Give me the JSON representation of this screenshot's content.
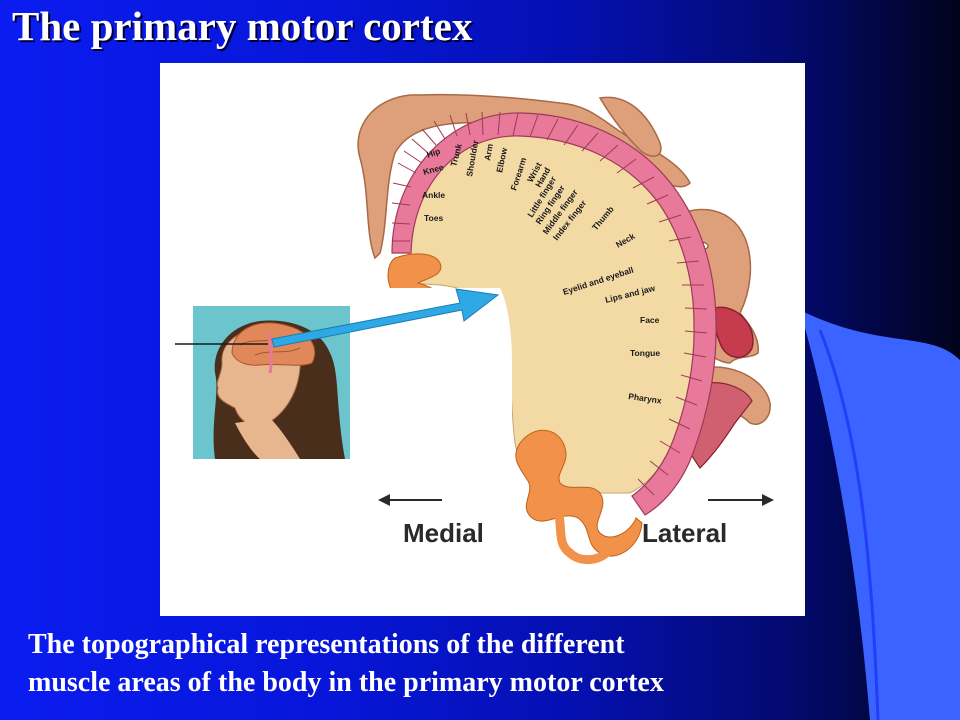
{
  "slide": {
    "title": "The primary motor cortex",
    "caption_line_1": "The topographical representations  of the different",
    "caption_line_2": "muscle areas of the body in the primary motor cortex"
  },
  "diagram": {
    "homunculus_labels": {
      "hip": "Hip",
      "trunk": "Trunk",
      "knee": "Knee",
      "shoulder": "Shoulder",
      "arm": "Arm",
      "elbow": "Elbow",
      "ankle": "Ankle",
      "forearm": "Forearm",
      "wrist": "Wrist",
      "hand": "Hand",
      "little_finger": "Little finger",
      "ring_finger": "Ring finger",
      "middle_finger": "Middle finger",
      "index_finger": "Index finger",
      "toes": "Toes",
      "thumb": "Thumb",
      "neck": "Neck",
      "eyelid_eyeball": "Eyelid and eyeball",
      "lips_jaw": "Lips and jaw",
      "face": "Face",
      "tongue": "Tongue",
      "pharynx": "Pharynx"
    },
    "direction_medial": "Medial",
    "direction_lateral": "Lateral"
  },
  "colors": {
    "background_blue": "#0a1cf0",
    "swoosh_blue": "#3a63ff",
    "cortex_pink": "#e8799a",
    "brain_tan": "#f3d9a4",
    "sulcus_orange": "#f2914a",
    "skin_tone": "#dea07a",
    "inset_teal": "#6cc4cc",
    "arrow_cyan": "#2fa9e6"
  }
}
